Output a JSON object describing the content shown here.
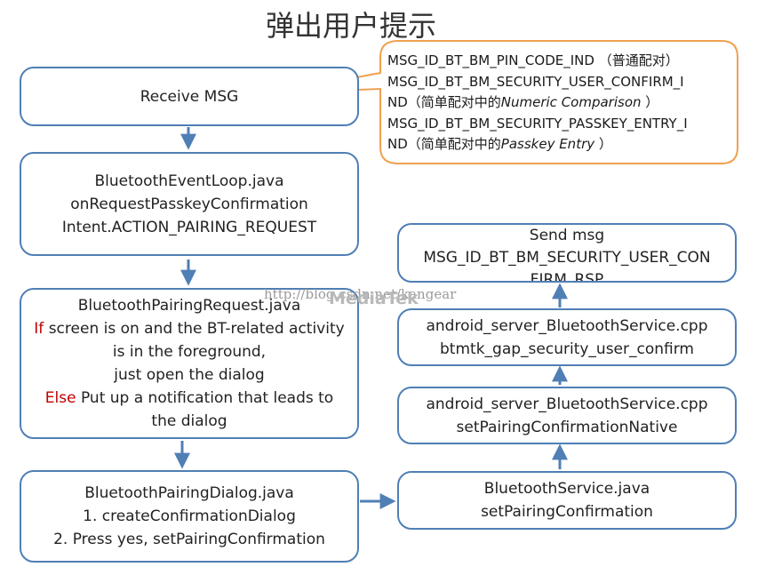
{
  "title": "弹出用户提示",
  "boxes": {
    "receive": {
      "lines": [
        "Receive MSG"
      ]
    },
    "event_loop": {
      "lines": [
        "BluetoothEventLoop.java",
        "onRequestPasskeyConfirmation",
        "Intent.ACTION_PAIRING_REQUEST"
      ]
    },
    "pairing_request": {
      "line1": "BluetoothPairingRequest.java",
      "if_keyword": "If",
      "if_text": " screen is on and the BT-related activity is in the foreground,",
      "just_open": "just open the dialog",
      "else_keyword": "Else",
      "else_text": " Put up a notification that leads to the dialog"
    },
    "pairing_dialog": {
      "lines": [
        "BluetoothPairingDialog.java",
        "1. createConfirmationDialog",
        "2. Press yes, setPairingConfirmation"
      ]
    },
    "service_java": {
      "lines": [
        "BluetoothService.java",
        "setPairingConfirmation"
      ]
    },
    "native_cpp": {
      "lines": [
        "android_server_BluetoothService.cpp",
        "setPairingConfirmationNative"
      ]
    },
    "gap_cpp": {
      "lines": [
        "android_server_BluetoothService.cpp",
        "btmtk_gap_security_user_confirm"
      ]
    },
    "send_msg": {
      "lines": [
        "Send msg",
        "MSG_ID_BT_BM_SECURITY_USER_CON",
        "FIRM_RSP"
      ]
    }
  },
  "callout": {
    "line1": "MSG_ID_BT_BM_PIN_CODE_IND （普通配对）",
    "line2": "MSG_ID_BT_BM_SECURITY_USER_CONFIRM_I",
    "line3_prefix": "ND（简单配对中的",
    "line3_italic": "Numeric Comparison",
    "line3_suffix": " ）",
    "line4": "MSG_ID_BT_BM_SECURITY_PASSKEY_ENTRY_I",
    "line5_prefix": "ND（简单配对中的",
    "line5_italic": "Passkey Entry",
    "line5_suffix": " ）"
  },
  "watermark": {
    "url": "http://blog.csdn.net/kangear",
    "brand": "MediaTek"
  },
  "colors": {
    "box_border": "#4f7fb5",
    "arrow": "#4f7fb5",
    "callout_border": "#f0a050",
    "keyword_red": "#c00000"
  }
}
